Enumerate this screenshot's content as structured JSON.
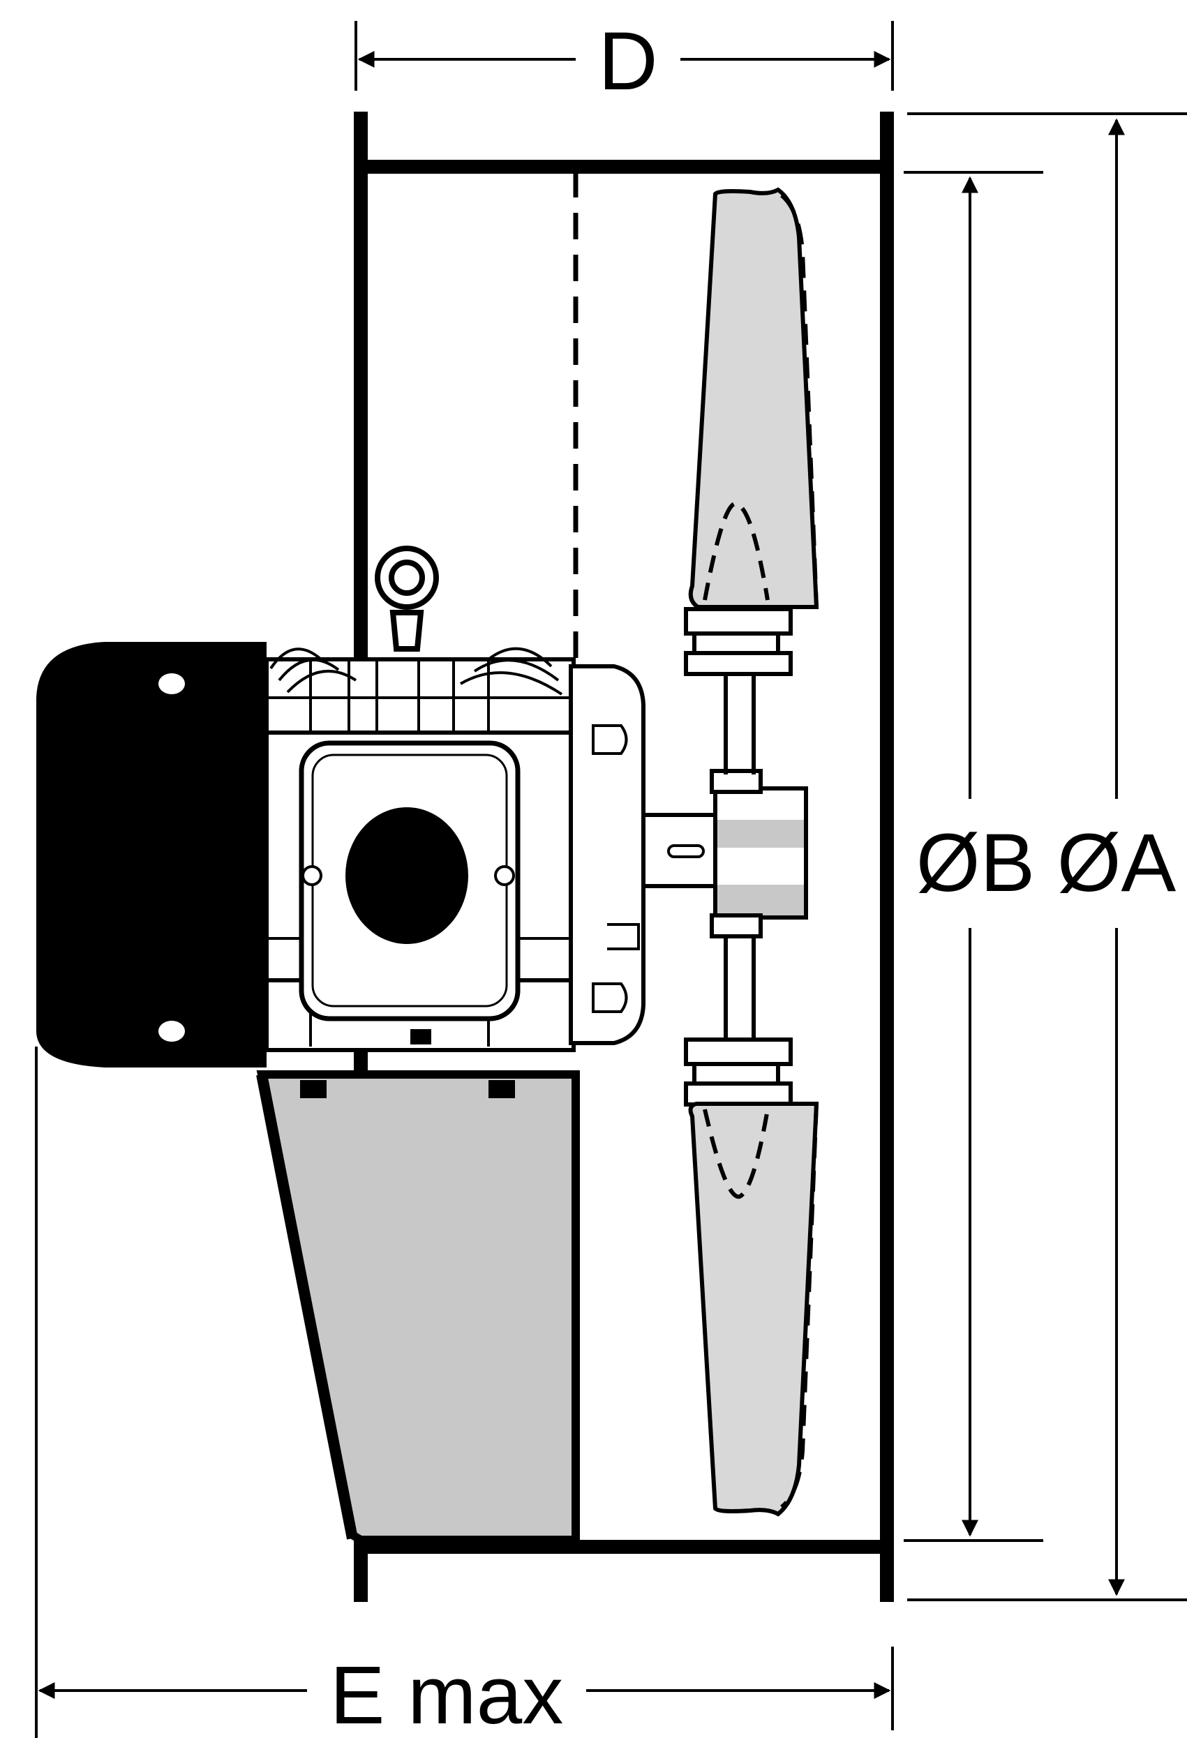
{
  "dimensions": {
    "depth": "D",
    "inner_diameter": "ØB",
    "outer_diameter": "ØA",
    "overall_length": "E max"
  },
  "colors": {
    "line": "#000000",
    "blade_fill": "#d8d8d8",
    "bracket_fill": "#c8c8c8",
    "background": "#ffffff"
  },
  "icons": {
    "fan_blade": "fan-blade-icon",
    "motor": "electric-motor-icon",
    "eye_bolt": "lifting-eye-icon"
  }
}
